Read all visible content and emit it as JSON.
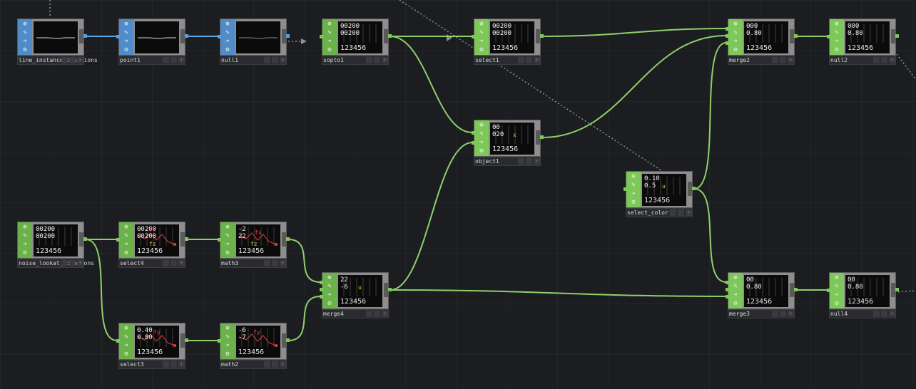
{
  "nodes": [
    {
      "id": "line_instance_positions",
      "type": "sop",
      "label": "line_instance_positions",
      "viewer": "line"
    },
    {
      "id": "point1",
      "type": "sop",
      "label": "point1",
      "viewer": "line"
    },
    {
      "id": "null1",
      "type": "sop",
      "label": "null1",
      "viewer": "line-dim"
    },
    {
      "id": "sopto1",
      "type": "chop",
      "label": "sopto1",
      "viewer": "chart",
      "line1": "00200",
      "line2": "00200",
      "idx": "123456"
    },
    {
      "id": "select1",
      "type": "chop",
      "label": "select1",
      "viewer": "chart",
      "line1": "00200",
      "line2": "00200",
      "idx": "123456"
    },
    {
      "id": "merge2",
      "type": "chop",
      "label": "merge2",
      "viewer": "chart",
      "line1": "000",
      "line2": "0.80",
      "idx": "123456"
    },
    {
      "id": "null2",
      "type": "chop",
      "label": "null2",
      "viewer": "chart",
      "line1": "000",
      "line2": "0.80",
      "idx": "123456"
    },
    {
      "id": "object1",
      "type": "chop",
      "label": "object1",
      "viewer": "chart",
      "line1": "00",
      "line2": "020",
      "idx": "123456"
    },
    {
      "id": "select_color",
      "type": "chop",
      "label": "select_color",
      "viewer": "chart",
      "line1": "0.10",
      "line2": "0.5",
      "idx": "123456"
    },
    {
      "id": "noise_lookat_locations",
      "type": "chop",
      "label": "noise_lookat_locations",
      "viewer": "chart",
      "line1": "00200",
      "line2": "00200",
      "idx": "123456"
    },
    {
      "id": "select4",
      "type": "chop",
      "label": "select4",
      "viewer": "chart",
      "line1": "00200",
      "line2": "00200",
      "idx": "123456"
    },
    {
      "id": "math3",
      "type": "chop",
      "label": "math3",
      "viewer": "chart",
      "line1": "-2",
      "line2": "22",
      "idx": "123456"
    },
    {
      "id": "merge4",
      "type": "chop",
      "label": "merge4",
      "viewer": "chart",
      "line1": "22",
      "line2": "-6",
      "idx": "123456"
    },
    {
      "id": "merge3",
      "type": "chop",
      "label": "merge3",
      "viewer": "chart",
      "line1": "00",
      "line2": "0.80",
      "idx": "123456"
    },
    {
      "id": "null4",
      "type": "chop",
      "label": "null4",
      "viewer": "chart",
      "line1": "00",
      "line2": "0.80",
      "idx": "123456"
    },
    {
      "id": "select3",
      "type": "chop",
      "label": "select3",
      "viewer": "chart",
      "line1": "0.40",
      "line2": "0.80",
      "idx": "123456"
    },
    {
      "id": "math2",
      "type": "chop",
      "label": "math2",
      "viewer": "chart",
      "line1": "-6",
      "line2": "-7",
      "idx": "123456"
    }
  ],
  "overlays": {
    "fx": "fx",
    "fz": "fz",
    "fy": "fy",
    "u": "u",
    "x": "x"
  },
  "strip_icons": [
    "⊕",
    "✎",
    "➔",
    "⚙"
  ],
  "flag_icons": [
    "",
    "",
    "+"
  ],
  "colors": {
    "canvas_bg": "#1c1d21",
    "chop_green": "#6bb24a",
    "sop_blue": "#4f8cc9",
    "wire_green": "#8fd06a",
    "wire_blue": "#5aa8e8",
    "wire_dotted": "#8a9099",
    "node_gray": "#8e8e8e"
  }
}
